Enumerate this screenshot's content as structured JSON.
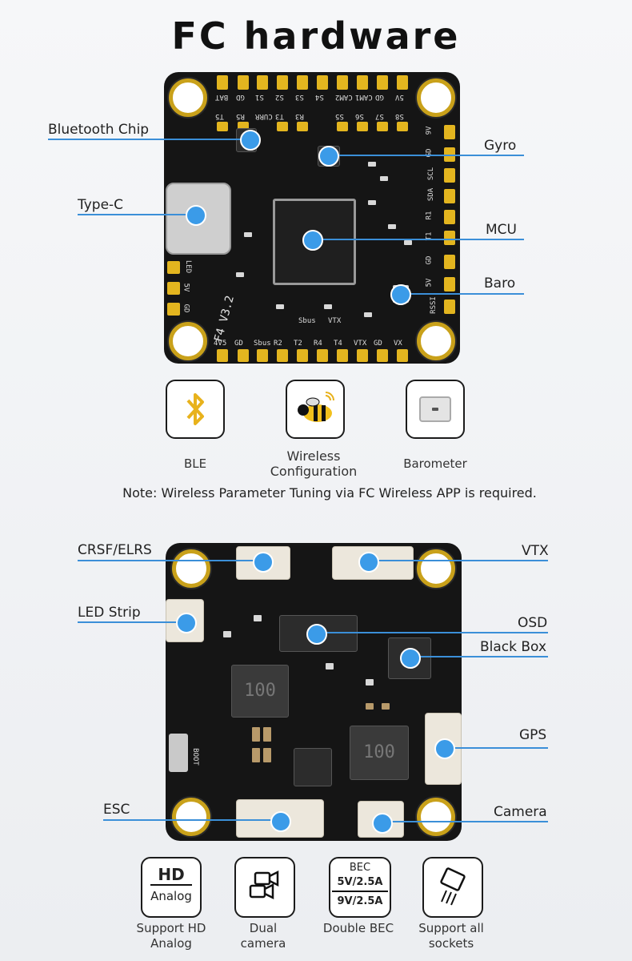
{
  "title": "FC hardware",
  "top_board": {
    "labels": {
      "bluetooth": "Bluetooth Chip",
      "typec": "Type-C",
      "gyro": "Gyro",
      "mcu": "MCU",
      "baro": "Baro"
    },
    "silk_top": [
      "BAT",
      "GD",
      "S1",
      "S2",
      "S3",
      "S4",
      "CAM2",
      "CAM1",
      "GD",
      "5V"
    ],
    "silk_top2": [
      "T5",
      "R5",
      "CURR",
      "T3",
      "R3",
      "S5",
      "S6",
      "S7",
      "S8"
    ],
    "silk_bottom": [
      "4V5",
      "GD",
      "Sbus",
      "R2",
      "T2",
      "R4",
      "T4",
      "VTX",
      "GD",
      "VX"
    ],
    "silk_right": [
      "9V",
      "GD",
      "SCL",
      "SDA",
      "R1",
      "T1",
      "GD",
      "5V",
      "RSSI"
    ],
    "silk_left": [
      "LED",
      "5V",
      "GD"
    ],
    "model": "F4 V3.2",
    "sbus": "Sbus",
    "vtx": "VTX"
  },
  "features": [
    {
      "icon": "bluetooth-icon",
      "caption": "BLE"
    },
    {
      "icon": "bee-wifi-icon",
      "caption": "Wireless Configuration"
    },
    {
      "icon": "barometer-icon",
      "caption": "Barometer"
    }
  ],
  "note": "Note: Wireless Parameter Tuning via FC Wireless APP is required.",
  "bottom_board": {
    "labels": {
      "crsf": "CRSF/ELRS",
      "vtx": "VTX",
      "led": "LED Strip",
      "osd": "OSD",
      "blackbox": "Black Box",
      "gps": "GPS",
      "esc": "ESC",
      "camera": "Camera"
    },
    "inductor1": "100",
    "inductor2": "100",
    "boot": "BOOT"
  },
  "bottom_features": [
    {
      "icon": "hd-analog-icon",
      "hd": "HD",
      "analog": "Analog",
      "caption": "Support HD Analog"
    },
    {
      "icon": "dual-camera-icon",
      "caption": "Dual camera"
    },
    {
      "icon": "bec-icon",
      "bec": "BEC",
      "v1": "5V/2.5A",
      "v2": "9V/2.5A",
      "caption": "Double BEC"
    },
    {
      "icon": "socket-icon",
      "caption": "Support all sockets"
    }
  ],
  "colors": {
    "accent": "#3b9be8",
    "pad": "#e3b51f",
    "board": "#151515"
  }
}
